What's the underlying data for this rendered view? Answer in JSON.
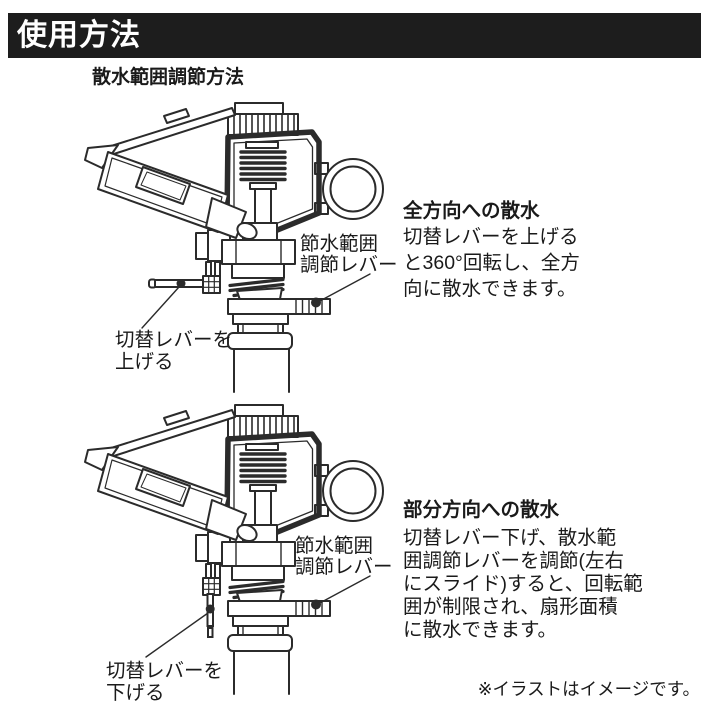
{
  "header": {
    "title": "使用方法"
  },
  "subtitle": "散水範囲調節方法",
  "sections": [
    {
      "heading": "全方向への散水",
      "body": "切替レバーを上げる\nと360°回転し、全方\n向に散水できます。"
    },
    {
      "heading": "部分方向への散水",
      "body": "切替レバー下げ、散水範\n囲調節レバーを調節(左右\nにスライド)すると、回転範\n囲が制限され、扇形面積\nに散水できます。"
    }
  ],
  "diagrams": [
    {
      "adjust_label_line1": "節水範囲",
      "adjust_label_line2": "調節レバー",
      "switch_label_line1": "切替レバーを",
      "switch_label_line2": "上げる"
    },
    {
      "adjust_label_line1": "節水範囲",
      "adjust_label_line2": "調節レバー",
      "switch_label_line1": "切替レバーを",
      "switch_label_line2": "下げる"
    }
  ],
  "footer": {
    "note": "※イラストはイメージです。"
  },
  "colors": {
    "header_bg": "#1d1d1d",
    "header_text": "#ffffff",
    "text": "#1a1a1a",
    "line": "#2b2b2b"
  }
}
